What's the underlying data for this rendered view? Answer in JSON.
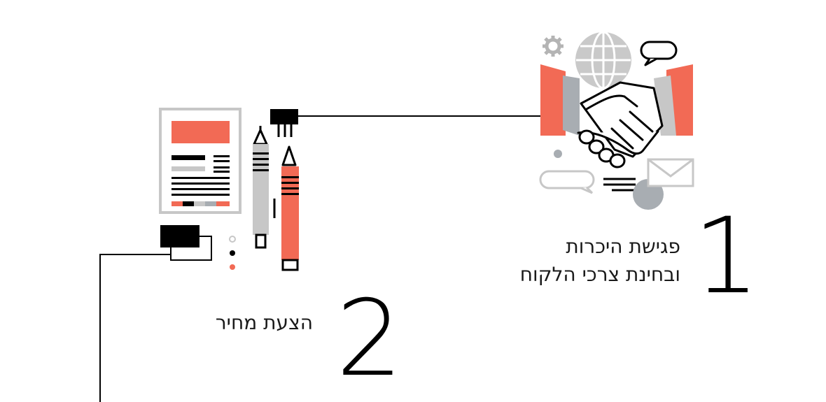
{
  "steps": [
    {
      "number": "1",
      "line1": "פגישת היכרות",
      "line2": "ובחינת צרכי הלקוח",
      "icons": [
        "gear-icon",
        "globe-icon",
        "speech-bubble-icon",
        "handshake-icon",
        "envelope-icon"
      ]
    },
    {
      "number": "2",
      "line1": "הצעת מחיר",
      "icons": [
        "document-icon",
        "pencil-icon",
        "pen-icon"
      ]
    }
  ],
  "colors": {
    "accent": "#f26a55",
    "gray": "#a8adb2",
    "light_gray": "#c7c7c7",
    "ink": "#000000"
  }
}
